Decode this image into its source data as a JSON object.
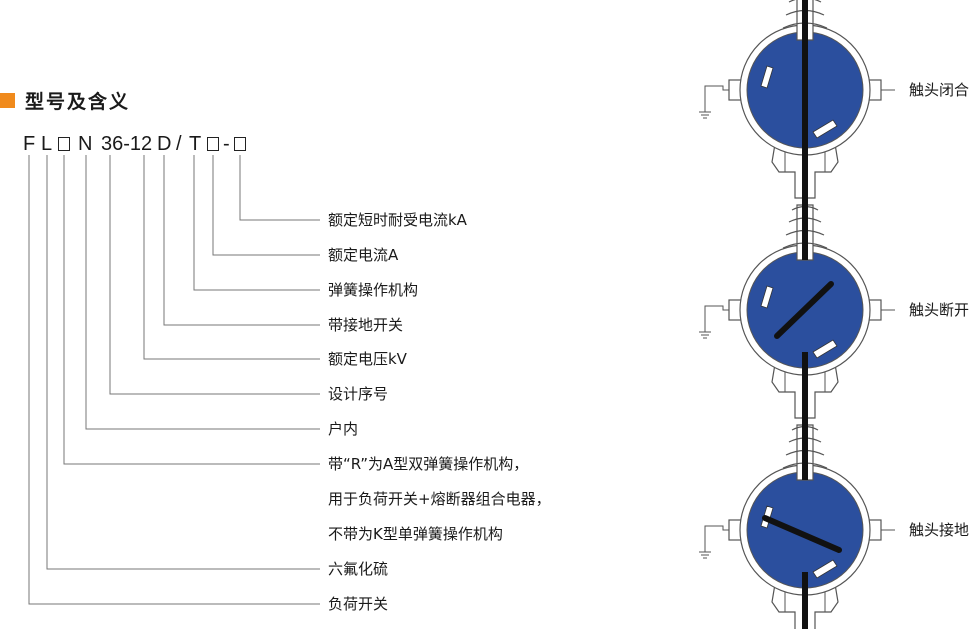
{
  "title": "型号及含义",
  "accent_color": "#f08a1c",
  "body_color": "#2b4f9e",
  "model_parts": [
    "F",
    "L",
    "N",
    "36-12",
    "D",
    "/",
    "T",
    "-"
  ],
  "descriptions": [
    "额定短时耐受电流kA",
    "额定电流A",
    "弹簧操作机构",
    "带接地开关",
    "额定电压kV",
    "设计序号",
    "户内",
    "带“R”为A型双弹簧操作机构，",
    "用于负荷开关+熔断器组合电器，",
    "不带为K型单弹簧操作机构",
    "六氟化硫",
    "负荷开关"
  ],
  "states": [
    "触头闭合",
    "触头断开",
    "触头接地"
  ]
}
